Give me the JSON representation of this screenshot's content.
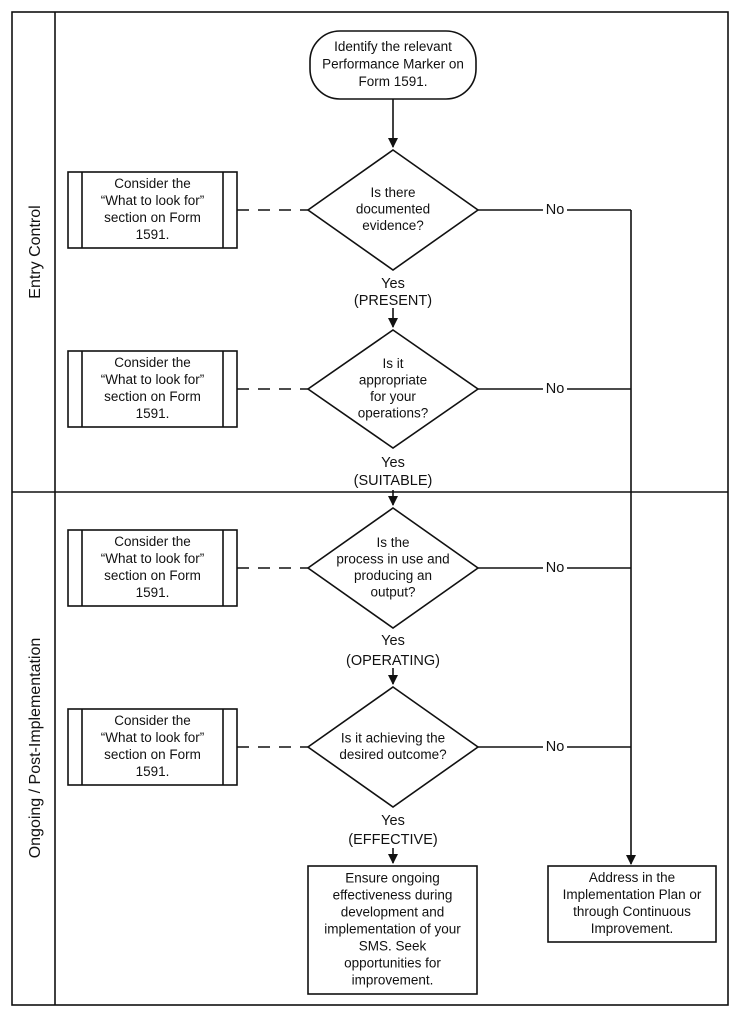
{
  "lanes": {
    "entry": "Entry Control",
    "ongoing": "Ongoing / Post-Implementation"
  },
  "start": {
    "lines": [
      "Identify the relevant",
      "Performance Marker on",
      "Form 1591."
    ]
  },
  "decisions": [
    {
      "lines": [
        "Is there",
        "documented",
        "evidence?"
      ],
      "yes": "Yes",
      "state": "(PRESENT)",
      "no": "No"
    },
    {
      "lines": [
        "Is it",
        "appropriate",
        "for your",
        "operations?"
      ],
      "yes": "Yes",
      "state": "(SUITABLE)",
      "no": "No"
    },
    {
      "lines": [
        "Is the",
        "process in use and",
        "producing an",
        "output?"
      ],
      "yes": "Yes",
      "state": "(OPERATING)",
      "no": "No"
    },
    {
      "lines": [
        "Is it achieving the",
        "desired outcome?"
      ],
      "yes": "Yes",
      "state": "(EFFECTIVE)",
      "no": "No"
    }
  ],
  "considers": [
    {
      "lines": [
        "Consider the",
        "“What to look for”",
        "section on Form",
        "1591."
      ]
    },
    {
      "lines": [
        "Consider the",
        "“What to look for”",
        "section on Form",
        "1591."
      ]
    },
    {
      "lines": [
        "Consider the",
        "“What to look for”",
        "section on Form",
        "1591."
      ]
    },
    {
      "lines": [
        "Consider the",
        "“What to look for”",
        "section on Form",
        "1591."
      ]
    }
  ],
  "ensure": {
    "lines": [
      "Ensure ongoing",
      "effectiveness during",
      "development and",
      "implementation of your",
      "SMS. Seek",
      "opportunities for",
      "improvement."
    ]
  },
  "address": {
    "lines": [
      "Address in the",
      "Implementation Plan or",
      "through Continuous",
      "Improvement."
    ]
  }
}
